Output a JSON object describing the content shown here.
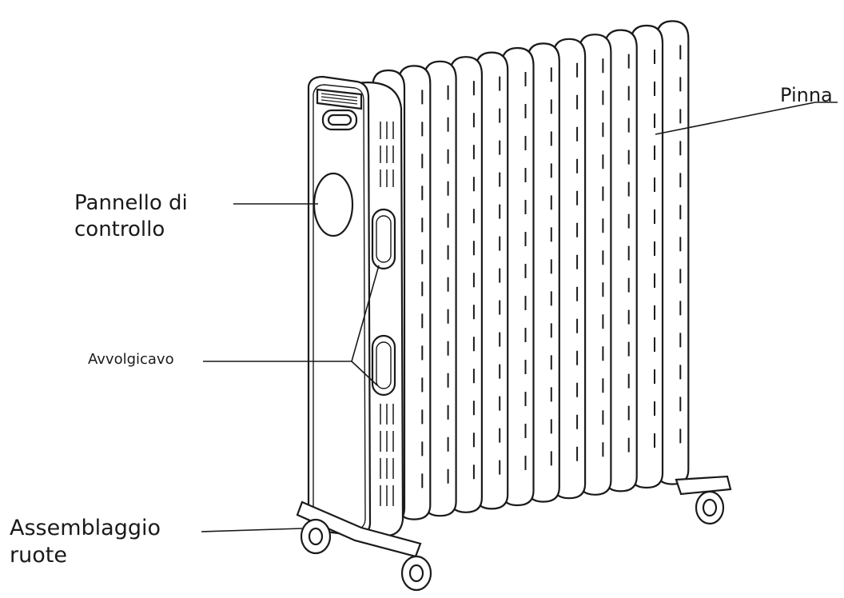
{
  "diagram": {
    "labels": {
      "fin": "Pinna",
      "control_panel": [
        "Pannello di",
        "controllo"
      ],
      "cord_wrap": "Avvolgicavo",
      "wheel_assembly": [
        "Assemblaggio",
        "ruote"
      ]
    },
    "fin_count": 12,
    "colors": {
      "stroke": "#1a1a1a",
      "fill": "#ffffff"
    }
  }
}
